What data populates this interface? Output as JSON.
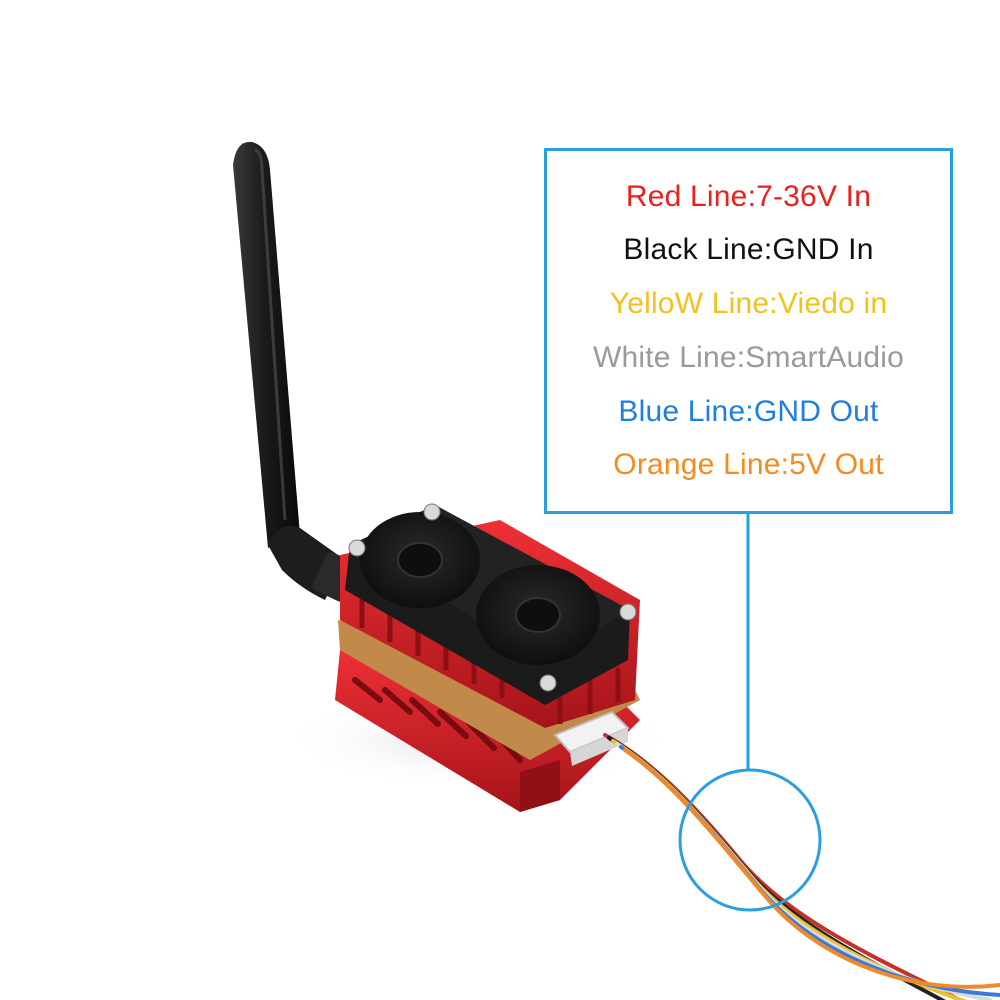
{
  "legend": {
    "border_color": "#2a9fe0",
    "lines": [
      {
        "text": "Red Line:7-36V In",
        "color": "#e8211c"
      },
      {
        "text": "Black Line:GND In",
        "color": "#111111"
      },
      {
        "text": "YelloW Line:Viedo in",
        "color": "#f2c21a"
      },
      {
        "text": "White Line:SmartAudio",
        "color": "#9a9a9a"
      },
      {
        "text": "Blue Line:GND Out",
        "color": "#1f7fe0"
      },
      {
        "text": "Orange Line:5V Out",
        "color": "#f58a1f"
      }
    ]
  },
  "product": {
    "antenna_color": "#1a1a1a",
    "heatsink_color": "#d01f23",
    "fan_color": "#151515",
    "wire_colors": [
      "#c8302a",
      "#222222",
      "#e8c22a",
      "#d9d9d9",
      "#3a7ad8",
      "#ef8a2a"
    ]
  }
}
